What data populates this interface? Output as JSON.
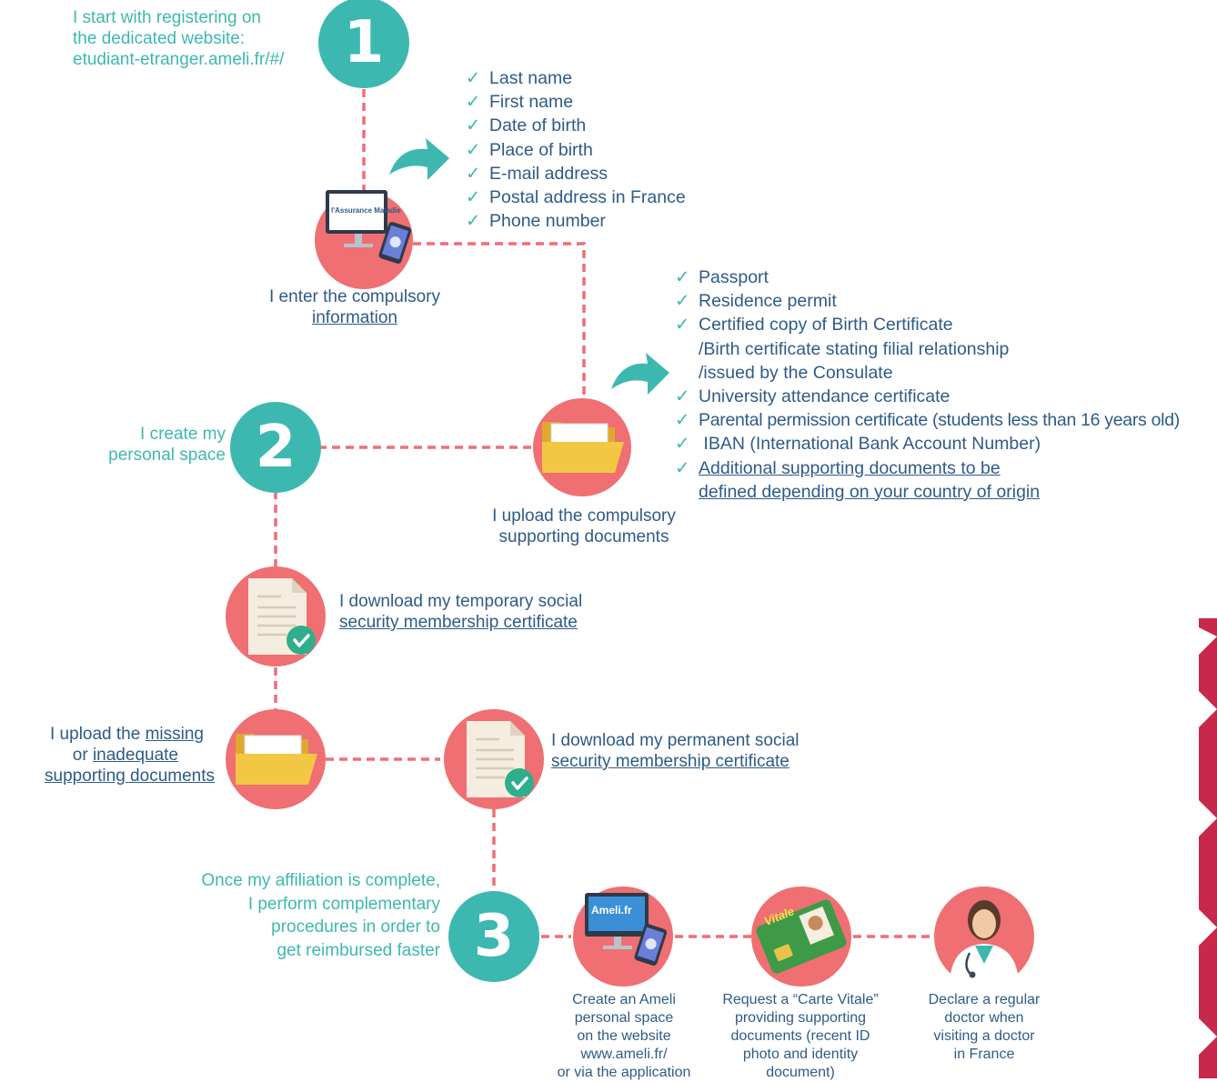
{
  "colors": {
    "teal": "#3db8b0",
    "pink": "#ef6f72",
    "text_blue": "#2e5b88",
    "dash": "#ef6f72",
    "folder_yellow": "#f2c744",
    "paper": "#f4ede0"
  },
  "step1": {
    "number": "1",
    "intro_lines": [
      "I start with registering on",
      "the dedicated website:",
      "etudiant-etranger.ameli.fr/#/"
    ],
    "enter_info_line1": "I enter the compulsory",
    "enter_info_line2": "information",
    "screen_brand": "l'Assurance Maladie",
    "info_items": [
      "Last name",
      "First name",
      "Date of birth",
      "Place of birth",
      "E-mail address",
      "Postal address in France",
      "Phone number"
    ]
  },
  "step2": {
    "number": "2",
    "label_lines": [
      "I create my",
      "personal space"
    ],
    "upload_line1": "I upload the compulsory",
    "upload_line2": "supporting documents",
    "docs": [
      {
        "text": "Passport",
        "tick": true,
        "underline": false
      },
      {
        "text": "Residence permit",
        "tick": true,
        "underline": false
      },
      {
        "text": "Certified copy of Birth Certificate",
        "tick": true,
        "underline": false
      },
      {
        "text": "/Birth certificate stating filial relationship",
        "tick": false,
        "underline": false
      },
      {
        "text": "/issued by the Consulate",
        "tick": false,
        "underline": false
      },
      {
        "text": "University attendance certificate",
        "tick": true,
        "underline": false
      },
      {
        "text": "Parental permission certificate (students less than 16 years old)",
        "tick": true,
        "underline": false
      },
      {
        "text": " IBAN (International Bank Account Number)",
        "tick": true,
        "underline": false
      },
      {
        "text": "Additional supporting documents to be",
        "tick": true,
        "underline": true
      },
      {
        "text": "defined depending on your country of origin",
        "tick": false,
        "underline": true
      }
    ],
    "temp_cert_line1": "I download my temporary social",
    "temp_cert_line2": "security membership certificate",
    "missing_prefix": "I upload the ",
    "missing_word": "missing",
    "or_prefix": "or ",
    "inadequate_word": "inadequate",
    "missing_line3": "supporting documents",
    "perm_cert_line1": "I download my permanent social",
    "perm_cert_line2": "security membership certificate"
  },
  "step3": {
    "number": "3",
    "label_lines": [
      "Once my affiliation is complete,",
      "I perform complementary",
      "procedures in order to",
      "get reimbursed faster"
    ],
    "screen_brand": "Ameli.fr",
    "card_brand": "Vitale",
    "ameli_caption": [
      "Create an Ameli",
      "personal space",
      "on the website",
      "www.ameli.fr/",
      "or via the application"
    ],
    "vitale_caption": [
      "Request a “Carte Vitale”",
      "providing supporting",
      "documents (recent ID",
      "photo and identity",
      "document)"
    ],
    "doctor_caption": [
      "Declare a regular",
      "doctor when",
      "visiting a doctor",
      "in France"
    ]
  }
}
